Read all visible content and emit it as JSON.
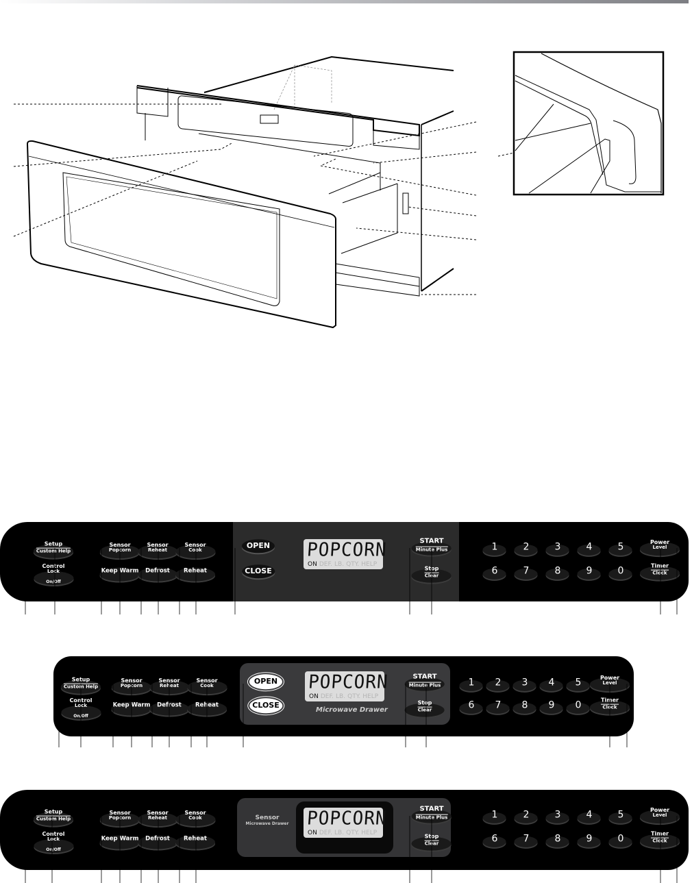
{
  "panels": [
    {
      "variant": "standard",
      "display": {
        "text": "POPCORN",
        "indicators": [
          "ON",
          "DEF.",
          "LB.",
          "QTY.",
          "HELP"
        ]
      },
      "buttons": {
        "setup": {
          "top": "Setup",
          "bottom": "Custom Help"
        },
        "control_lock": {
          "top": "Control",
          "bottom": "Lock",
          "note": "On/Off"
        },
        "sensor_popcorn": {
          "top": "Sensor",
          "bottom": "Popcorn"
        },
        "keep_warm": {
          "label": "Keep Warm"
        },
        "sensor_reheat": {
          "top": "Sensor",
          "bottom": "Reheat"
        },
        "defrost": {
          "label": "Defrost"
        },
        "sensor_cook": {
          "top": "Sensor",
          "bottom": "Cook"
        },
        "reheat": {
          "label": "Reheat"
        },
        "open": {
          "label": "OPEN"
        },
        "close": {
          "label": "CLOSE"
        },
        "start": {
          "top": "START",
          "bottom": "Minute Plus"
        },
        "stop": {
          "top": "Stop",
          "bottom": "Clear"
        },
        "digits": [
          "1",
          "2",
          "3",
          "4",
          "5",
          "6",
          "7",
          "8",
          "9",
          "0"
        ],
        "power_level": {
          "top": "Power",
          "bottom": "Level"
        },
        "timer_clock": {
          "top": "Timer",
          "bottom": "Clock"
        }
      }
    },
    {
      "variant": "compact",
      "caption": "Microwave Drawer",
      "display": {
        "text": "POPCORN",
        "indicators": [
          "ON",
          "DEF.",
          "LB.",
          "QTY.",
          "HELP"
        ]
      },
      "buttons": {
        "setup": {
          "top": "Setup",
          "bottom": "Custom Help"
        },
        "control_lock": {
          "top": "Control",
          "bottom": "Lock",
          "note": "On/Off"
        },
        "sensor_popcorn": {
          "top": "Sensor",
          "bottom": "Popcorn"
        },
        "keep_warm": {
          "label": "Keep Warm"
        },
        "sensor_reheat": {
          "top": "Sensor",
          "bottom": "Reheat"
        },
        "defrost": {
          "label": "Defrost"
        },
        "sensor_cook": {
          "top": "Sensor",
          "bottom": "Cook"
        },
        "reheat": {
          "label": "Reheat"
        },
        "open": {
          "label": "OPEN"
        },
        "close": {
          "label": "CLOSE"
        },
        "start": {
          "top": "START",
          "bottom": "Minute Plus"
        },
        "stop": {
          "top": "Stop",
          "bottom": "Clear"
        },
        "digits": [
          "1",
          "2",
          "3",
          "4",
          "5",
          "6",
          "7",
          "8",
          "9",
          "0"
        ],
        "power_level": {
          "top": "Power",
          "bottom": "Level"
        },
        "timer_clock": {
          "top": "Timer",
          "bottom": "Clock"
        }
      }
    },
    {
      "variant": "sensor",
      "brand": {
        "title": "Sensor",
        "subtitle": "Microwave Drawer"
      },
      "display": {
        "text": "POPCORN",
        "indicators": [
          "ON",
          "DEF.",
          "LB.",
          "QTY.",
          "HELP"
        ]
      },
      "buttons": {
        "setup": {
          "top": "Setup",
          "bottom": "Custom Help"
        },
        "control_lock": {
          "top": "Control",
          "bottom": "Lock",
          "note": "On/Off"
        },
        "sensor_popcorn": {
          "top": "Sensor",
          "bottom": "Popcorn"
        },
        "keep_warm": {
          "label": "Keep Warm"
        },
        "sensor_reheat": {
          "top": "Sensor",
          "bottom": "Reheat"
        },
        "defrost": {
          "label": "Defrost"
        },
        "sensor_cook": {
          "top": "Sensor",
          "bottom": "Cook"
        },
        "reheat": {
          "label": "Reheat"
        },
        "start": {
          "top": "START",
          "bottom": "Minute Plus"
        },
        "stop": {
          "top": "Stop",
          "bottom": "Clear"
        },
        "digits": [
          "1",
          "2",
          "3",
          "4",
          "5",
          "6",
          "7",
          "8",
          "9",
          "0"
        ],
        "power_level": {
          "top": "Power",
          "bottom": "Level"
        },
        "timer_clock": {
          "top": "Timer",
          "bottom": "Clock"
        }
      }
    }
  ]
}
